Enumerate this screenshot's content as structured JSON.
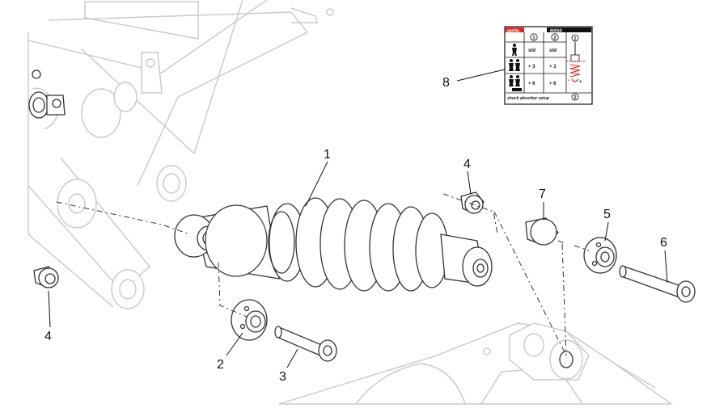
{
  "callouts": {
    "c1": "1",
    "c2": "2",
    "c3": "3",
    "c4a": "4",
    "c4b": "4",
    "c5": "5",
    "c6": "6",
    "c7": "7",
    "c8": "8"
  },
  "setup_label": {
    "brand": "aprilia",
    "model": "MANA",
    "col1": "1",
    "col2": "2",
    "row1_col1": "std",
    "row1_col2": "std",
    "row2_col1": "+ 3",
    "row2_col2": "+ 3",
    "row3_col1": "+ 6",
    "row3_col2": "+ 6",
    "footer": "shock absorber setup",
    "scale_top": "1",
    "scale_bottom": "2",
    "plus": "+",
    "minus": "-"
  },
  "colors": {
    "accent_red": "#e0261c",
    "line": "#333333",
    "ghost": "#c8c8c8"
  }
}
